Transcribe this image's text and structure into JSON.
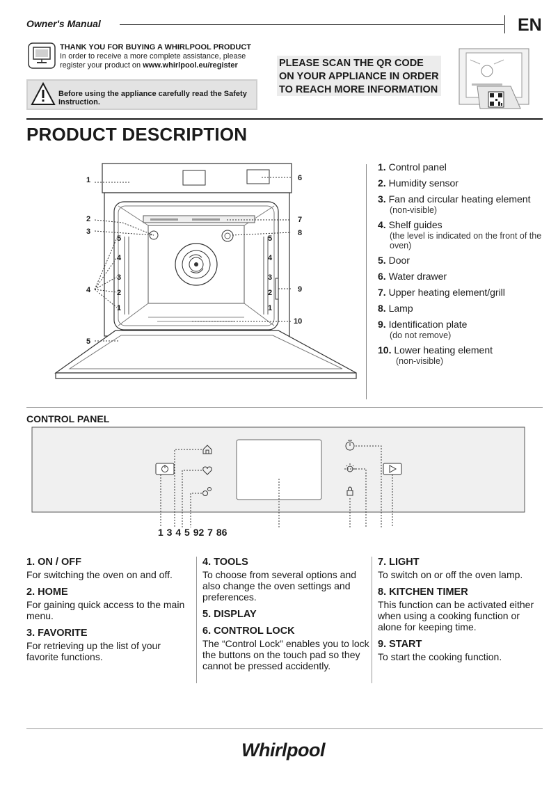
{
  "header": {
    "title": "Owner's Manual",
    "language": "EN"
  },
  "registration": {
    "heading": "THANK YOU FOR BUYING A WHIRLPOOL PRODUCT",
    "line1": "In order to receive a more complete assistance, please",
    "line2_prefix": "register your product on ",
    "url": "www.whirlpool.eu/register"
  },
  "safety": {
    "text": "Before using the appliance carefully read the Safety Instruction."
  },
  "qr": {
    "text": "PLEASE SCAN THE QR CODE ON YOUR APPLIANCE IN ORDER TO REACH MORE INFORMATION"
  },
  "product_description": {
    "title": "PRODUCT DESCRIPTION",
    "callouts": [
      "1",
      "2",
      "3",
      "4",
      "5",
      "6",
      "7",
      "8",
      "9",
      "10"
    ],
    "shelf_levels": [
      "5",
      "4",
      "3",
      "2",
      "1"
    ],
    "items": [
      {
        "num": "1.",
        "label": "Control panel",
        "note": ""
      },
      {
        "num": "2.",
        "label": "Humidity sensor",
        "note": ""
      },
      {
        "num": "3.",
        "label": "Fan and circular heating element",
        "note": "(non-visible)"
      },
      {
        "num": "4.",
        "label": "Shelf guides",
        "note": "(the level is indicated on the front of the oven)"
      },
      {
        "num": "5.",
        "label": "Door",
        "note": ""
      },
      {
        "num": "6.",
        "label": "Water drawer",
        "note": ""
      },
      {
        "num": "7.",
        "label": "Upper heating element/grill",
        "note": ""
      },
      {
        "num": "8.",
        "label": "Lamp",
        "note": ""
      },
      {
        "num": "9.",
        "label": "Identification plate",
        "note": "(do not remove)"
      },
      {
        "num": "10.",
        "label": "Lower heating element",
        "note": "(non-visible)"
      }
    ]
  },
  "control_panel": {
    "title": "CONTROL PANEL",
    "callout_sequence": "1 3 4 5 92 7 86",
    "icons": [
      "power-icon",
      "home-icon",
      "heart-icon",
      "tools-icon",
      "timer-icon",
      "light-icon",
      "lock-icon",
      "play-icon"
    ]
  },
  "functions": {
    "col1": [
      {
        "title": "1. ON / OFF",
        "desc": "For switching the oven on and off."
      },
      {
        "title": "2. HOME",
        "desc": "For gaining quick access to the main menu."
      },
      {
        "title": "3. FAVORITE",
        "desc": "For retrieving up the list of your favorite functions."
      }
    ],
    "col2": [
      {
        "title": "4. TOOLS",
        "desc": "To choose from several options and also change the oven settings and preferences."
      },
      {
        "title": "5. DISPLAY",
        "desc": ""
      },
      {
        "title": "6. CONTROL LOCK",
        "desc": "The “Control Lock” enables you to lock the buttons on the touch pad so they cannot be pressed accidently."
      }
    ],
    "col3": [
      {
        "title": "7. LIGHT",
        "desc": "To switch on or off the oven lamp."
      },
      {
        "title": "8. KITCHEN TIMER",
        "desc": "This function can be activated either when using a cooking function or alone for keeping time."
      },
      {
        "title": "9. START",
        "desc": "To start the cooking function."
      }
    ]
  },
  "footer": {
    "brand": "Whirlpool"
  }
}
